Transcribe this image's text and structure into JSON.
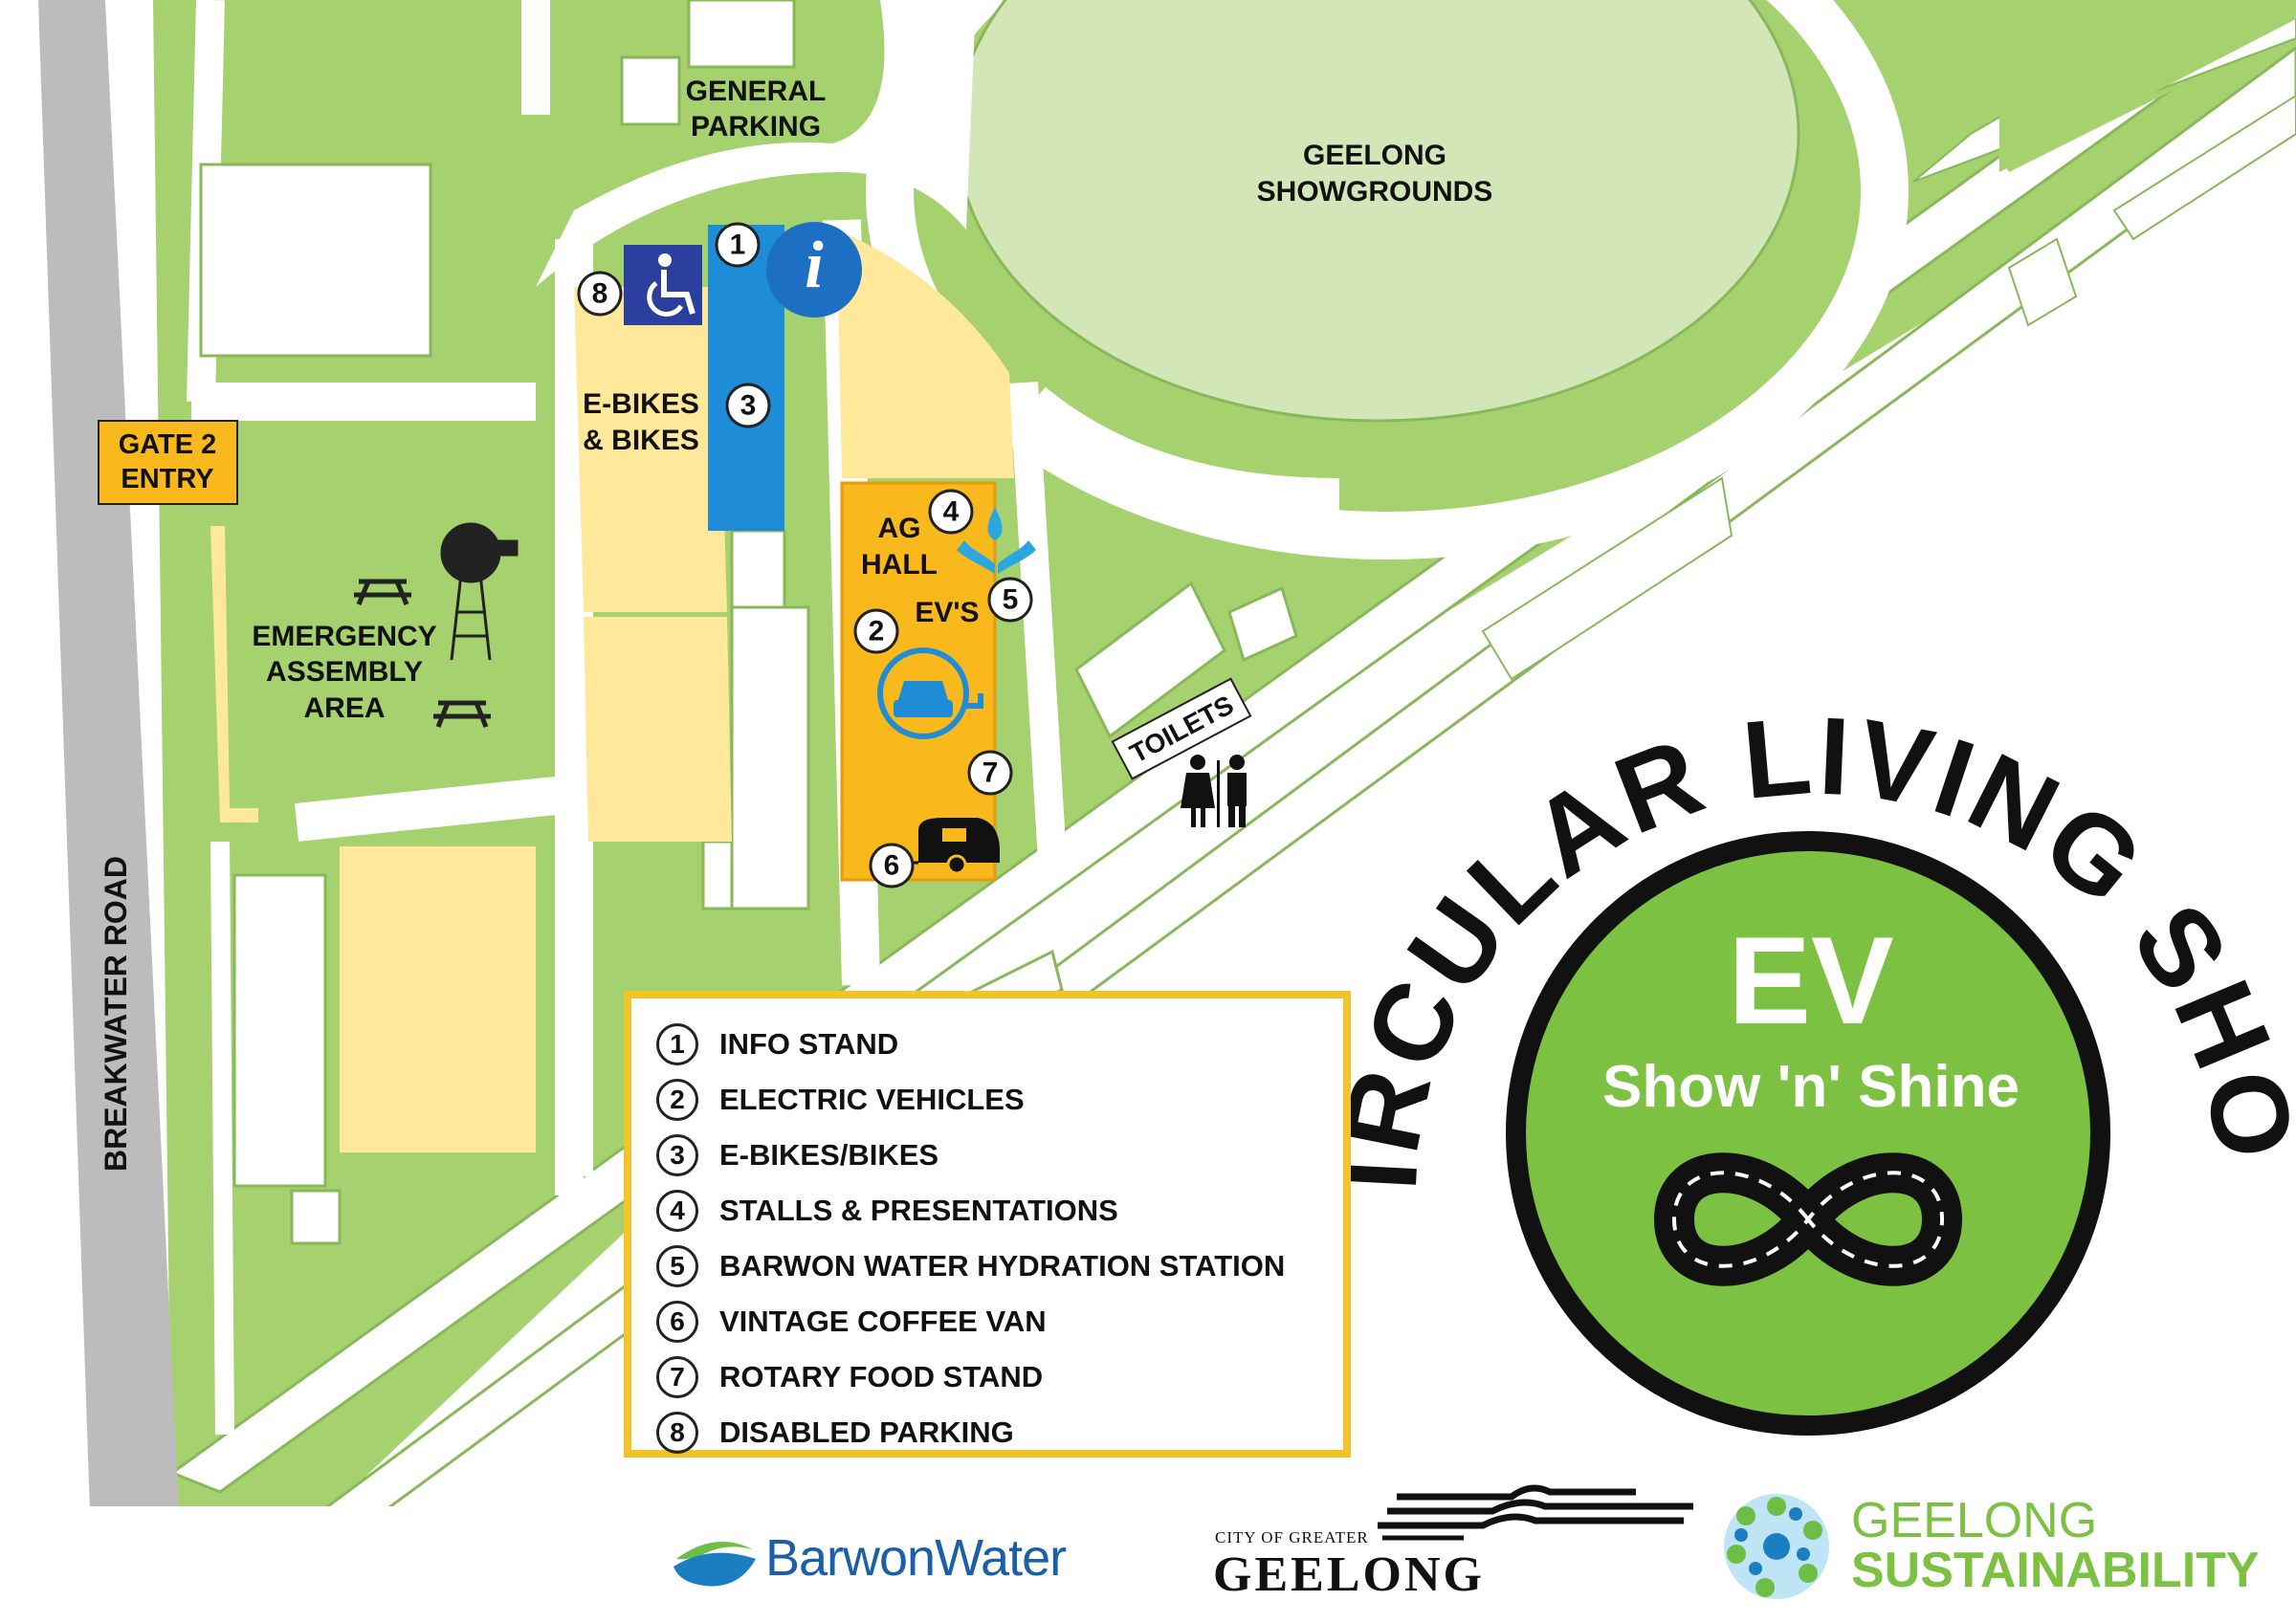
{
  "map": {
    "labels": {
      "general_parking": [
        "GENERAL",
        "PARKING"
      ],
      "showgrounds": [
        "GEELONG",
        "SHOWGROUNDS"
      ],
      "gate": [
        "GATE 2",
        "ENTRY"
      ],
      "ebikes": [
        "E-BIKES",
        "& BIKES"
      ],
      "ag_hall": [
        "AG",
        "HALL"
      ],
      "evs": "EV'S",
      "emergency": [
        "EMERGENCY",
        "ASSEMBLY",
        "AREA"
      ],
      "road": "BREAKWATER ROAD",
      "toilets": "TOILETS"
    },
    "markers": [
      "1",
      "2",
      "3",
      "4",
      "5",
      "6",
      "7",
      "8"
    ],
    "icons": [
      "info-icon",
      "wheelchair-icon",
      "water-drop-icon",
      "ev-charging-icon",
      "coffee-van-icon",
      "toilets-icon",
      "windmill-icon",
      "picnic-table-icon"
    ],
    "colors": {
      "grass": "#A5D16F",
      "oval": "#D2E6B7",
      "road": "#FFFFFF",
      "highway": "#BCBCBC",
      "event_area": "#F9B81B",
      "parking_yellow": "#FFE89A",
      "bike_lane": "#1E8CD6",
      "accent_blue": "#1D6FC4",
      "disabled_sign": "#2B3F9E"
    }
  },
  "badge": {
    "arc_text": "CIRCULAR LIVING SHOW",
    "title": "EV",
    "subtitle": "Show 'n' Shine",
    "circle_color": "#7DC142"
  },
  "legend": {
    "items": [
      {
        "num": "1",
        "label": "INFO STAND"
      },
      {
        "num": "2",
        "label": "ELECTRIC VEHICLES"
      },
      {
        "num": "3",
        "label": "E-BIKES/BIKES"
      },
      {
        "num": "4",
        "label": "STALLS & PRESENTATIONS"
      },
      {
        "num": "5",
        "label": "BARWON WATER HYDRATION STATION"
      },
      {
        "num": "6",
        "label": "VINTAGE COFFEE VAN"
      },
      {
        "num": "7",
        "label": "ROTARY FOOD STAND"
      },
      {
        "num": "8",
        "label": "DISABLED PARKING"
      }
    ],
    "border_color": "#F3C42A"
  },
  "logos": {
    "barwon": "BarwonWater",
    "geelong_small": "CITY OF GREATER",
    "geelong_big": "GEELONG",
    "sustain_1": "GEELONG",
    "sustain_2": "SUSTAINABILITY"
  }
}
